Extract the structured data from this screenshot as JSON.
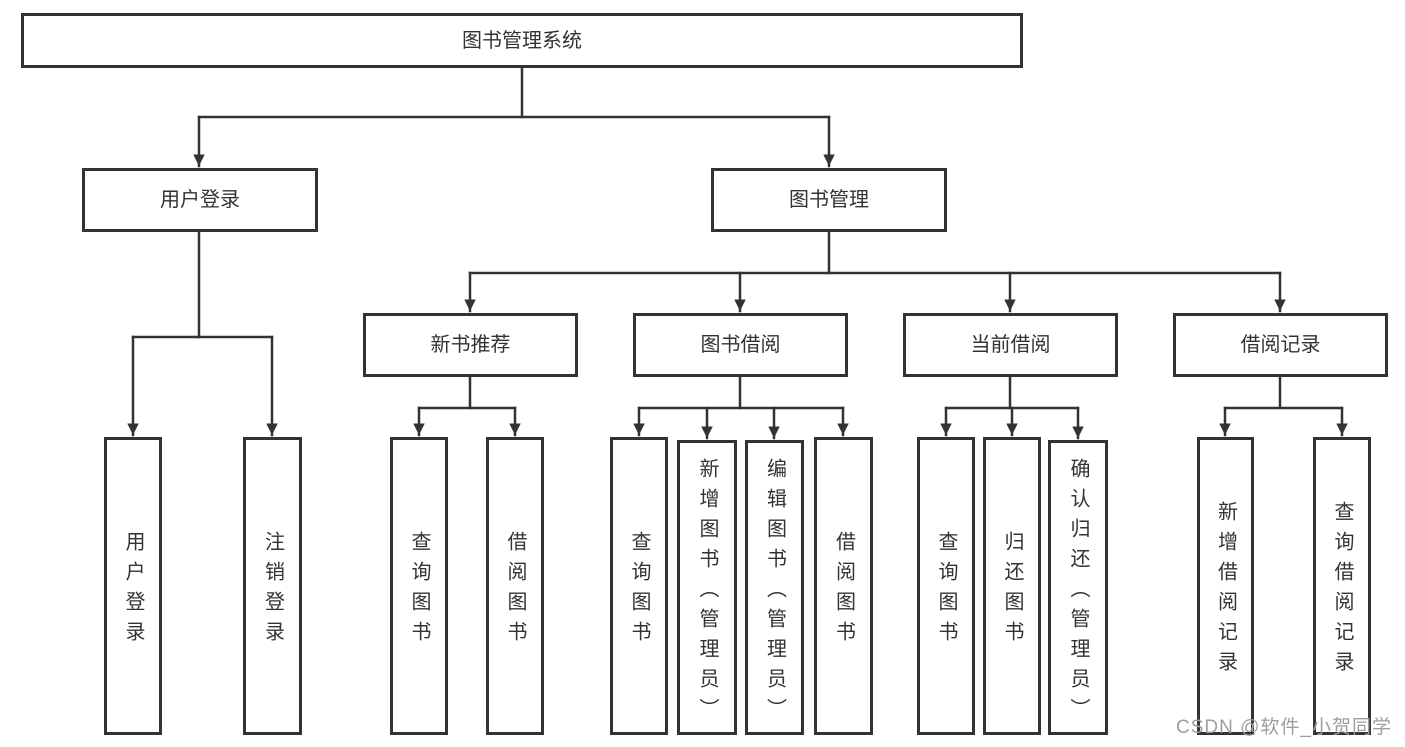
{
  "diagram": {
    "type": "hierarchy-flowchart",
    "root": {
      "label": "图书管理系统",
      "children": [
        {
          "label": "用户登录",
          "children": [
            {
              "label": "用户登录"
            },
            {
              "label": "注销登录"
            }
          ]
        },
        {
          "label": "图书管理",
          "children": [
            {
              "label": "新书推荐",
              "children": [
                {
                  "label": "查询图书"
                },
                {
                  "label": "借阅图书"
                }
              ]
            },
            {
              "label": "图书借阅",
              "children": [
                {
                  "label": "查询图书"
                },
                {
                  "label": "新增图书（管理员）"
                },
                {
                  "label": "编辑图书（管理员）"
                },
                {
                  "label": "借阅图书"
                }
              ]
            },
            {
              "label": "当前借阅",
              "children": [
                {
                  "label": "查询图书"
                },
                {
                  "label": "归还图书"
                },
                {
                  "label": "确认归还（管理员）"
                }
              ]
            },
            {
              "label": "借阅记录",
              "children": [
                {
                  "label": "新增借阅记录"
                },
                {
                  "label": "查询借阅记录"
                }
              ]
            }
          ]
        }
      ]
    },
    "colors": {
      "line": "#333333",
      "box_border": "#333333",
      "text": "#333333",
      "background": "#ffffff",
      "watermark": "#9e9e9e"
    }
  },
  "watermark": {
    "text": "CSDN @软件_小贺同学"
  }
}
